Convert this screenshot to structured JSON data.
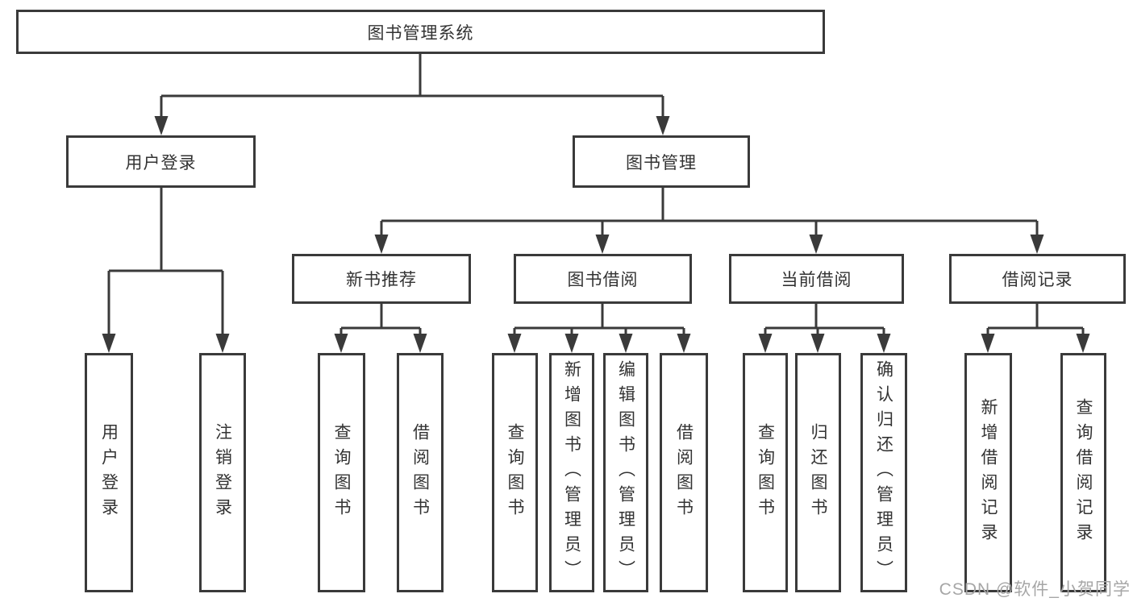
{
  "colors": {
    "background": "#ffffff",
    "line": "#3a3a3a",
    "box_border": "#3a3a3a",
    "text": "#333333",
    "watermark": "#a6a6a6"
  },
  "nodes": {
    "root": "图书管理系统",
    "user_login": "用户登录",
    "book_management": "图书管理",
    "new_book_recommendation": "新书推荐",
    "book_borrowing": "图书借阅",
    "current_borrowing": "当前借阅",
    "borrowing_records": "借阅记录",
    "user_login_leaf": "用户登录",
    "logout_leaf": "注销登录",
    "recommend_query_books": "查询图书",
    "recommend_borrow_books": "借阅图书",
    "borrowing_query_books": "查询图书",
    "borrowing_add_books": "新增图书（管理员）",
    "borrowing_edit_books": "编辑图书（管理员）",
    "borrowing_borrow_books": "借阅图书",
    "current_query_books": "查询图书",
    "current_return_books": "归还图书",
    "current_confirm_return": "确认归还（管理员）",
    "records_add_record": "新增借阅记录",
    "records_query_record": "查询借阅记录"
  },
  "watermark": "CSDN @软件_小贺同学"
}
